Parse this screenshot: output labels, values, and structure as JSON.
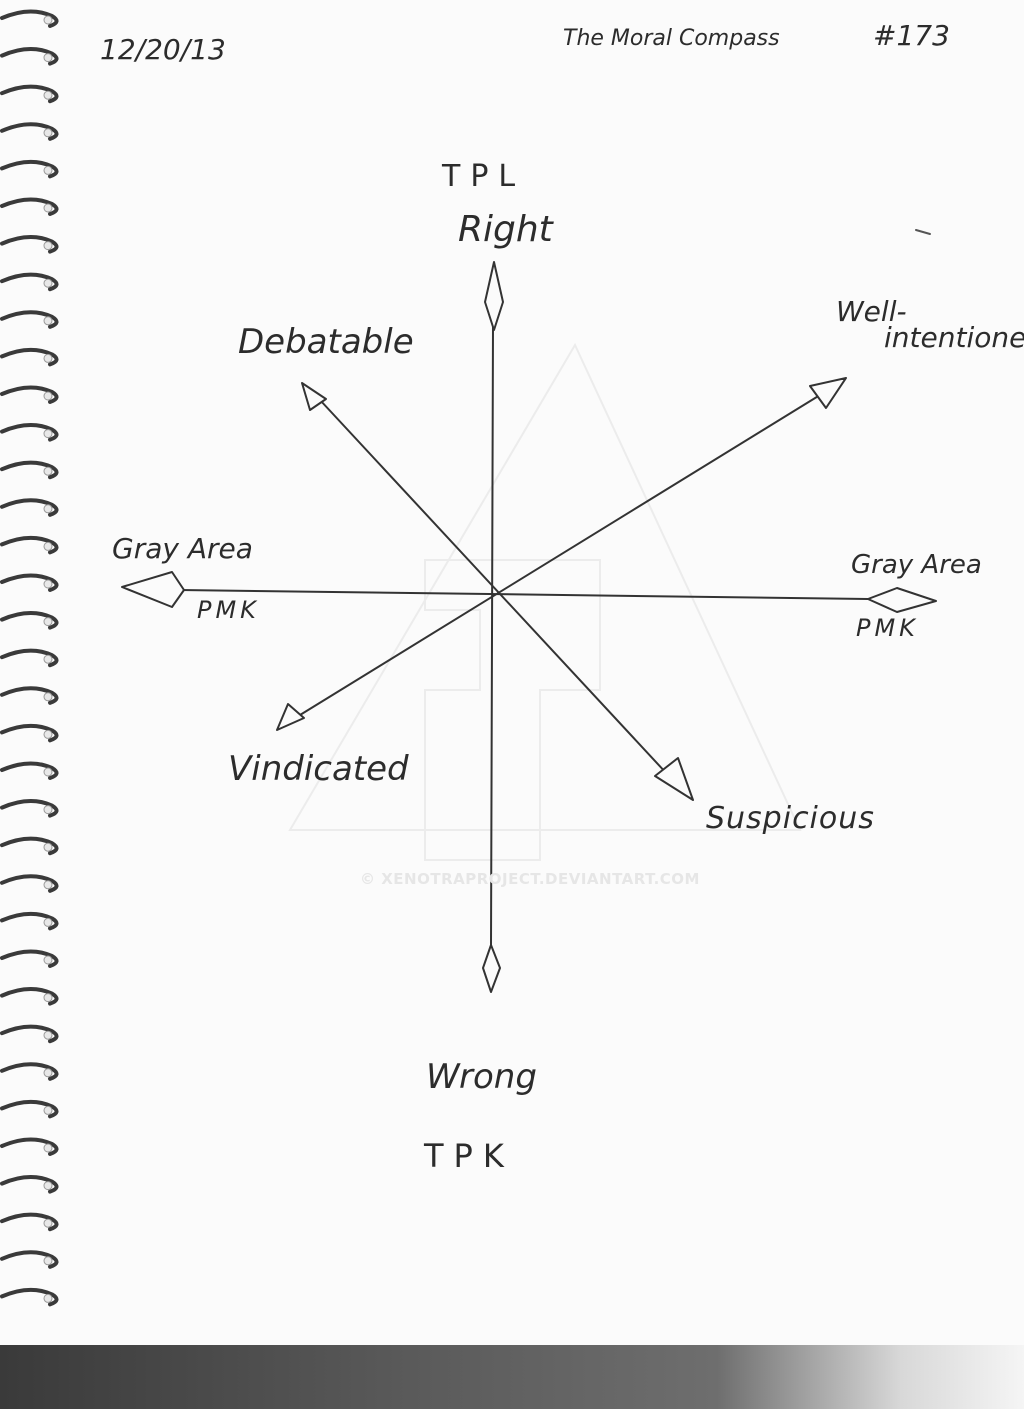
{
  "header": {
    "date": "12/20/13",
    "title": "The Moral Compass",
    "number": "#173"
  },
  "compass": {
    "top_code": "TPL",
    "top": "Right",
    "upper_left": "Debatable",
    "upper_right_line1": "Well-",
    "upper_right_line2": "intentioned",
    "left": "Gray Area",
    "left_code": "PMK",
    "right": "Gray Area",
    "right_code": "PMK",
    "lower_left": "Vindicated",
    "lower_right": "Suspicious",
    "bottom": "Wrong",
    "bottom_code": "TPK"
  },
  "watermark": "© XENOTRAPROJECT.DEVIANTART.COM",
  "colors": {
    "ink": "#2c2c2c",
    "paper": "#fbfbfb",
    "watermark": "#e6e6e6",
    "binding": "#3a3a3a"
  }
}
